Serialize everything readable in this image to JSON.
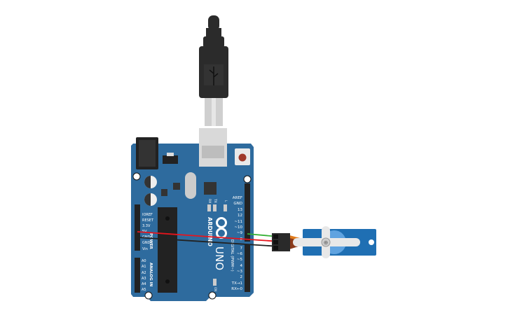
{
  "board": {
    "name": "ARDUINO",
    "model": "UNO",
    "digital_label": "DIGITAL (PWM~)",
    "power_label": "POWER",
    "analog_label": "ANALOG IN",
    "rx_led": "RX",
    "tx_led": "TX",
    "l_led": "L",
    "on_led": "ON",
    "power_pins": [
      "IOREF",
      "RESET",
      "3.3V",
      "5V",
      "GND",
      "GND",
      "Vin"
    ],
    "analog_pins": [
      "A0",
      "A1",
      "A2",
      "A3",
      "A4",
      "A5"
    ],
    "digital_pins": [
      "AREF",
      "GND",
      "13",
      "12",
      "~11",
      "~10",
      "~9",
      "8",
      "7",
      "~6",
      "~5",
      "4",
      "~3",
      "2",
      "TX→1",
      "RX←0"
    ],
    "color": "#2e6b9e"
  },
  "wires": [
    {
      "from": "5V",
      "to": "servo-power",
      "color": "#e8141c"
    },
    {
      "from": "GND",
      "to": "servo-ground",
      "color": "#222222"
    },
    {
      "from": "~9",
      "to": "servo-signal",
      "color": "#35b034"
    }
  ],
  "servo": {
    "color": "#1f6fb3"
  }
}
